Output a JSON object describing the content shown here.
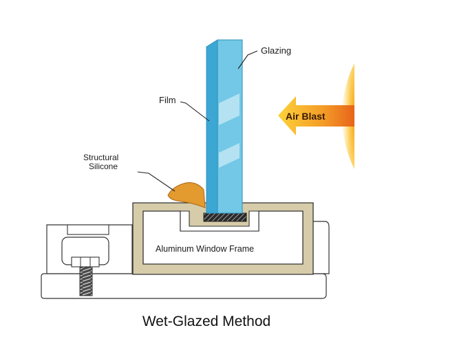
{
  "labels": {
    "glazing": "Glazing",
    "film": "Film",
    "structural_silicone_line1": "Structural",
    "structural_silicone_line2": "Silicone",
    "air_blast": "Air Blast",
    "frame": "Aluminum Window Frame"
  },
  "caption": "Wet-Glazed Method",
  "colors": {
    "glass": "#72c8e6",
    "film": "#2f9fcd",
    "frame": "#d6ccaa",
    "silicone": "#e39a2e",
    "air_blast": "#f08a2a"
  }
}
